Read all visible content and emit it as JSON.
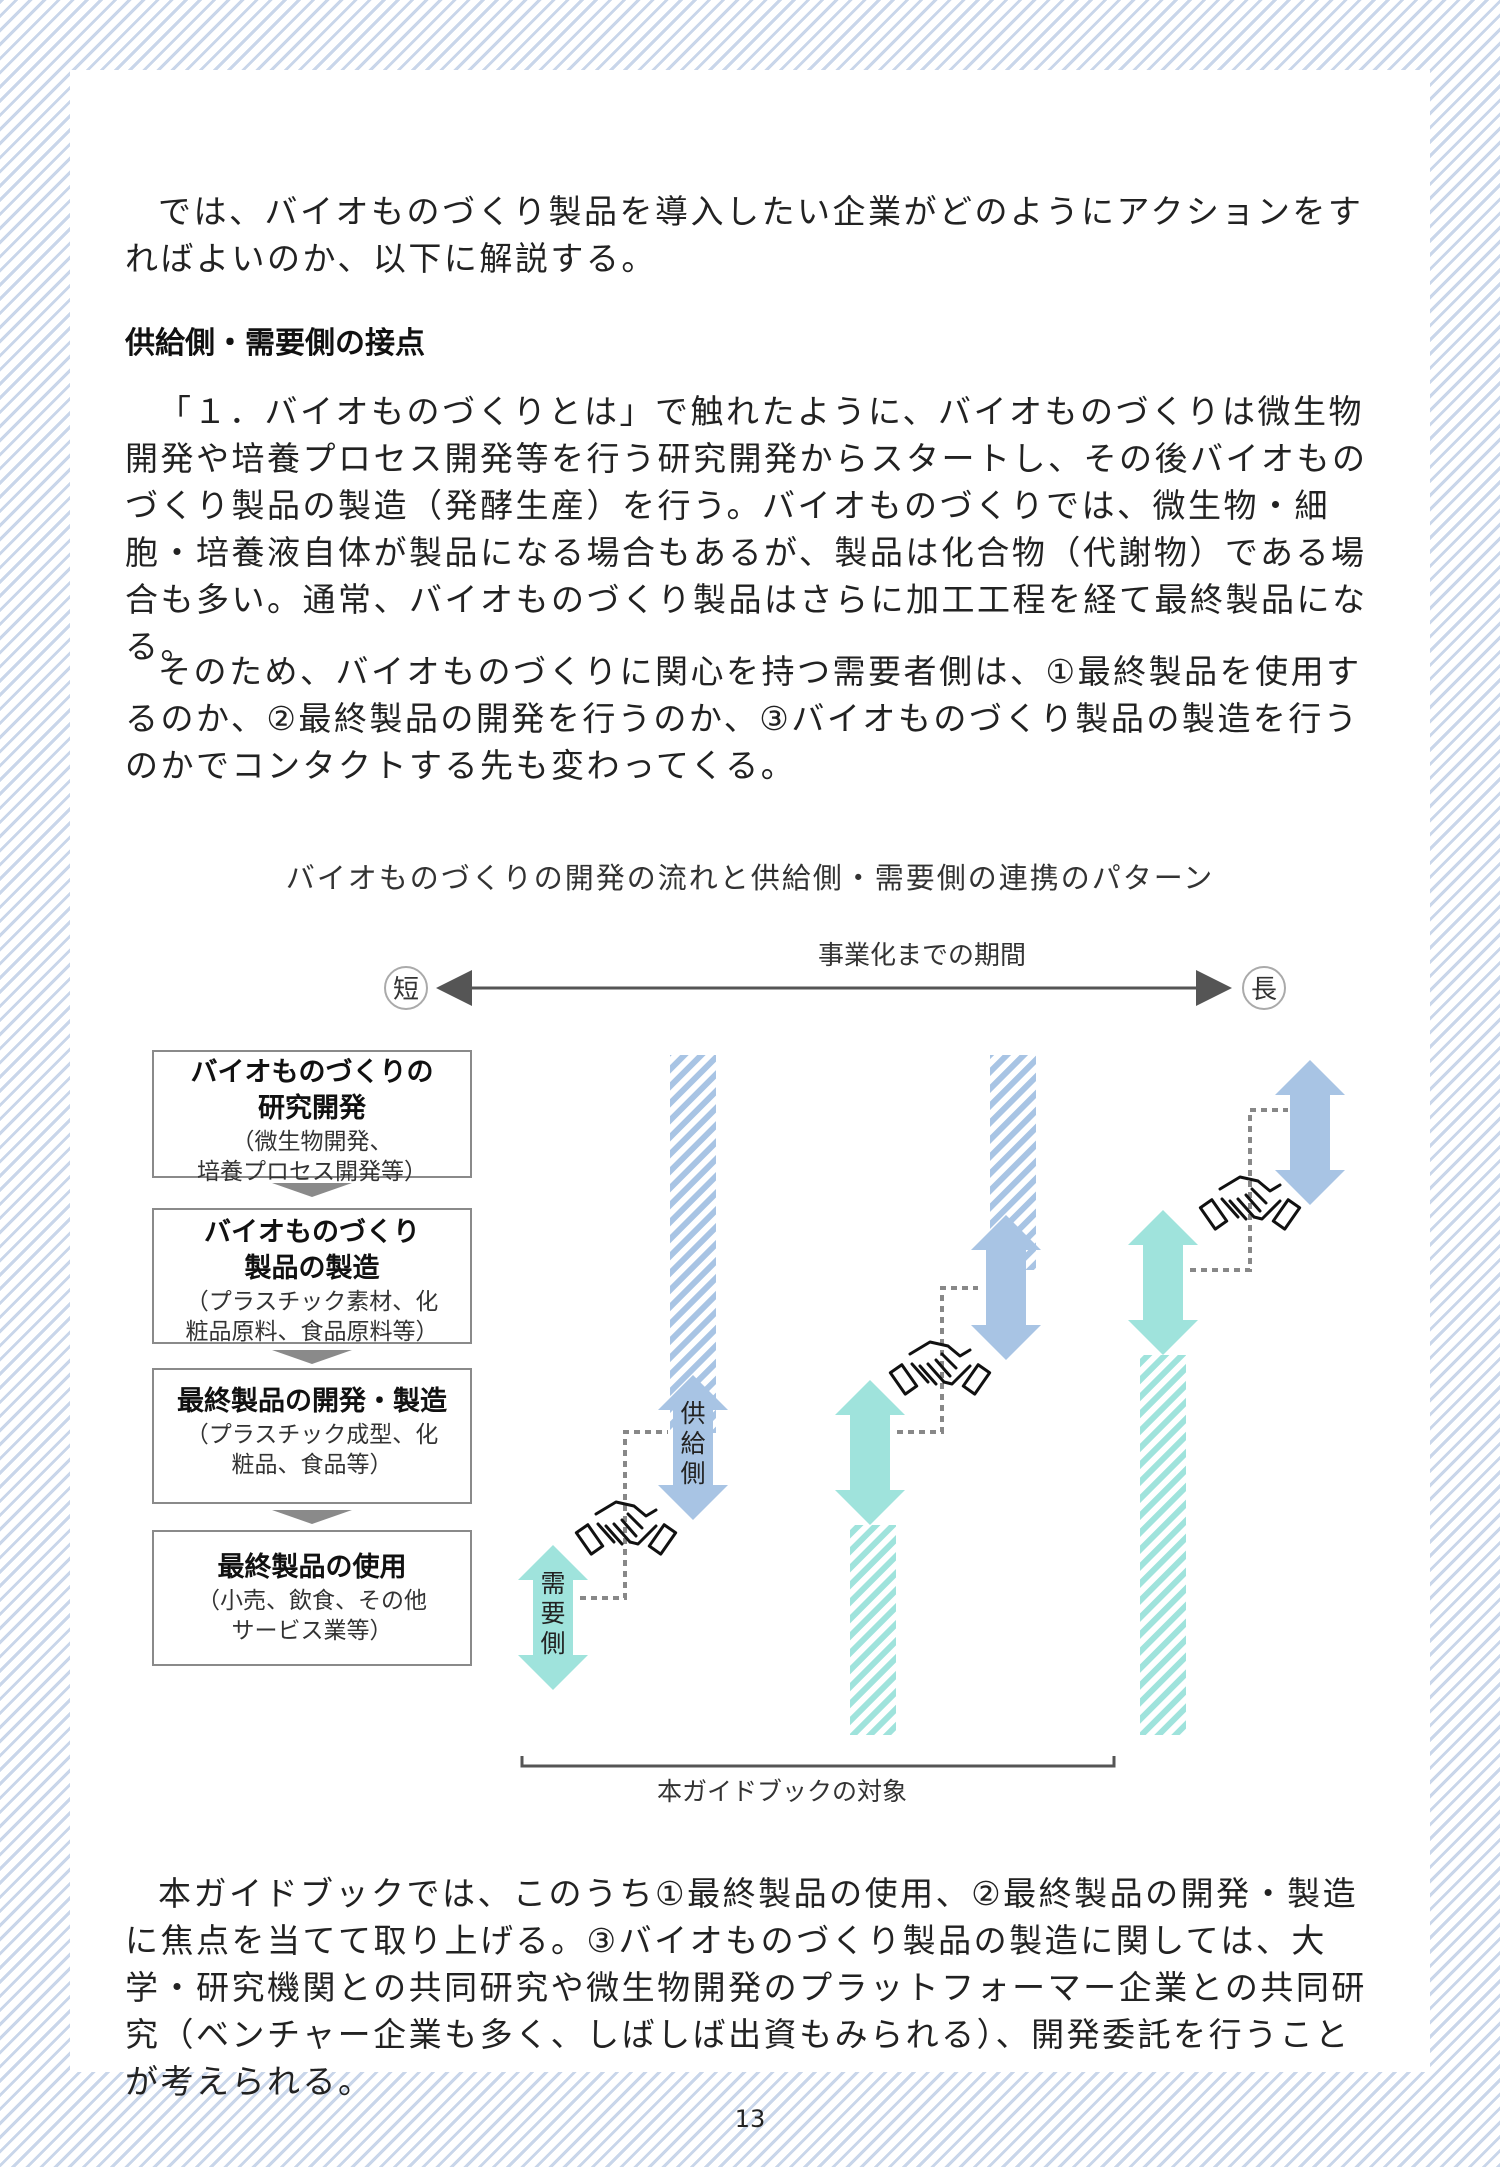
{
  "intro": "では、バイオものづくり製品を導入したい企業がどのようにアクションをすればよいのか、以下に解説する。",
  "section_heading": "供給側・需要側の接点",
  "para1": "「１．バイオものづくりとは」で触れたように、バイオものづくりは微生物開発や培養プロセス開発等を行う研究開発からスタートし、その後バイオものづくり製品の製造（発酵生産）を行う。バイオものづくりでは、微生物・細胞・培養液自体が製品になる場合もあるが、製品は化合物（代謝物）である場合も多い。通常、バイオものづくり製品はさらに加工工程を経て最終製品になる。",
  "para2": "そのため、バイオものづくりに関心を持つ需要者側は、①最終製品を使用するのか、②最終製品の開発を行うのか、③バイオものづくり製品の製造を行うのかでコンタクトする先も変わってくる。",
  "figure": {
    "title": "バイオものづくりの開発の流れと供給側・需要側の連携のパターン",
    "short_label": "短",
    "long_label": "長",
    "period_label": "事業化までの期間",
    "stages": [
      {
        "title1": "バイオものづくりの",
        "title2": "研究開発",
        "sub1": "（微生物開発、",
        "sub2": "培養プロセス開発等）"
      },
      {
        "title1": "バイオものづくり",
        "title2": "製品の製造",
        "sub1": "（プラスチック素材、化",
        "sub2": "粧品原料、食品原料等）"
      },
      {
        "title1": "最終製品の開発・製造",
        "title2": "",
        "sub1": "（プラスチック成型、化",
        "sub2": "粧品、食品等）"
      },
      {
        "title1": "最終製品の使用",
        "title2": "",
        "sub1": "（小売、飲食、その他",
        "sub2": "サービス業等）"
      }
    ],
    "supply_label": "供給側",
    "demand_label": "需要側",
    "scope_label": "本ガイドブックの対象",
    "colors": {
      "supply": "#a8c4e4",
      "demand": "#9fe3dc",
      "gray": "#8a8a8a"
    }
  },
  "para3": "本ガイドブックでは、このうち①最終製品の使用、②最終製品の開発・製造に焦点を当てて取り上げる。③バイオものづくり製品の製造に関しては、大学・研究機関との共同研究や微生物開発のプラットフォーマー企業との共同研究（ベンチャー企業も多く、しばしば出資もみられる）、開発委託を行うことが考えられる。",
  "page_number": "13"
}
